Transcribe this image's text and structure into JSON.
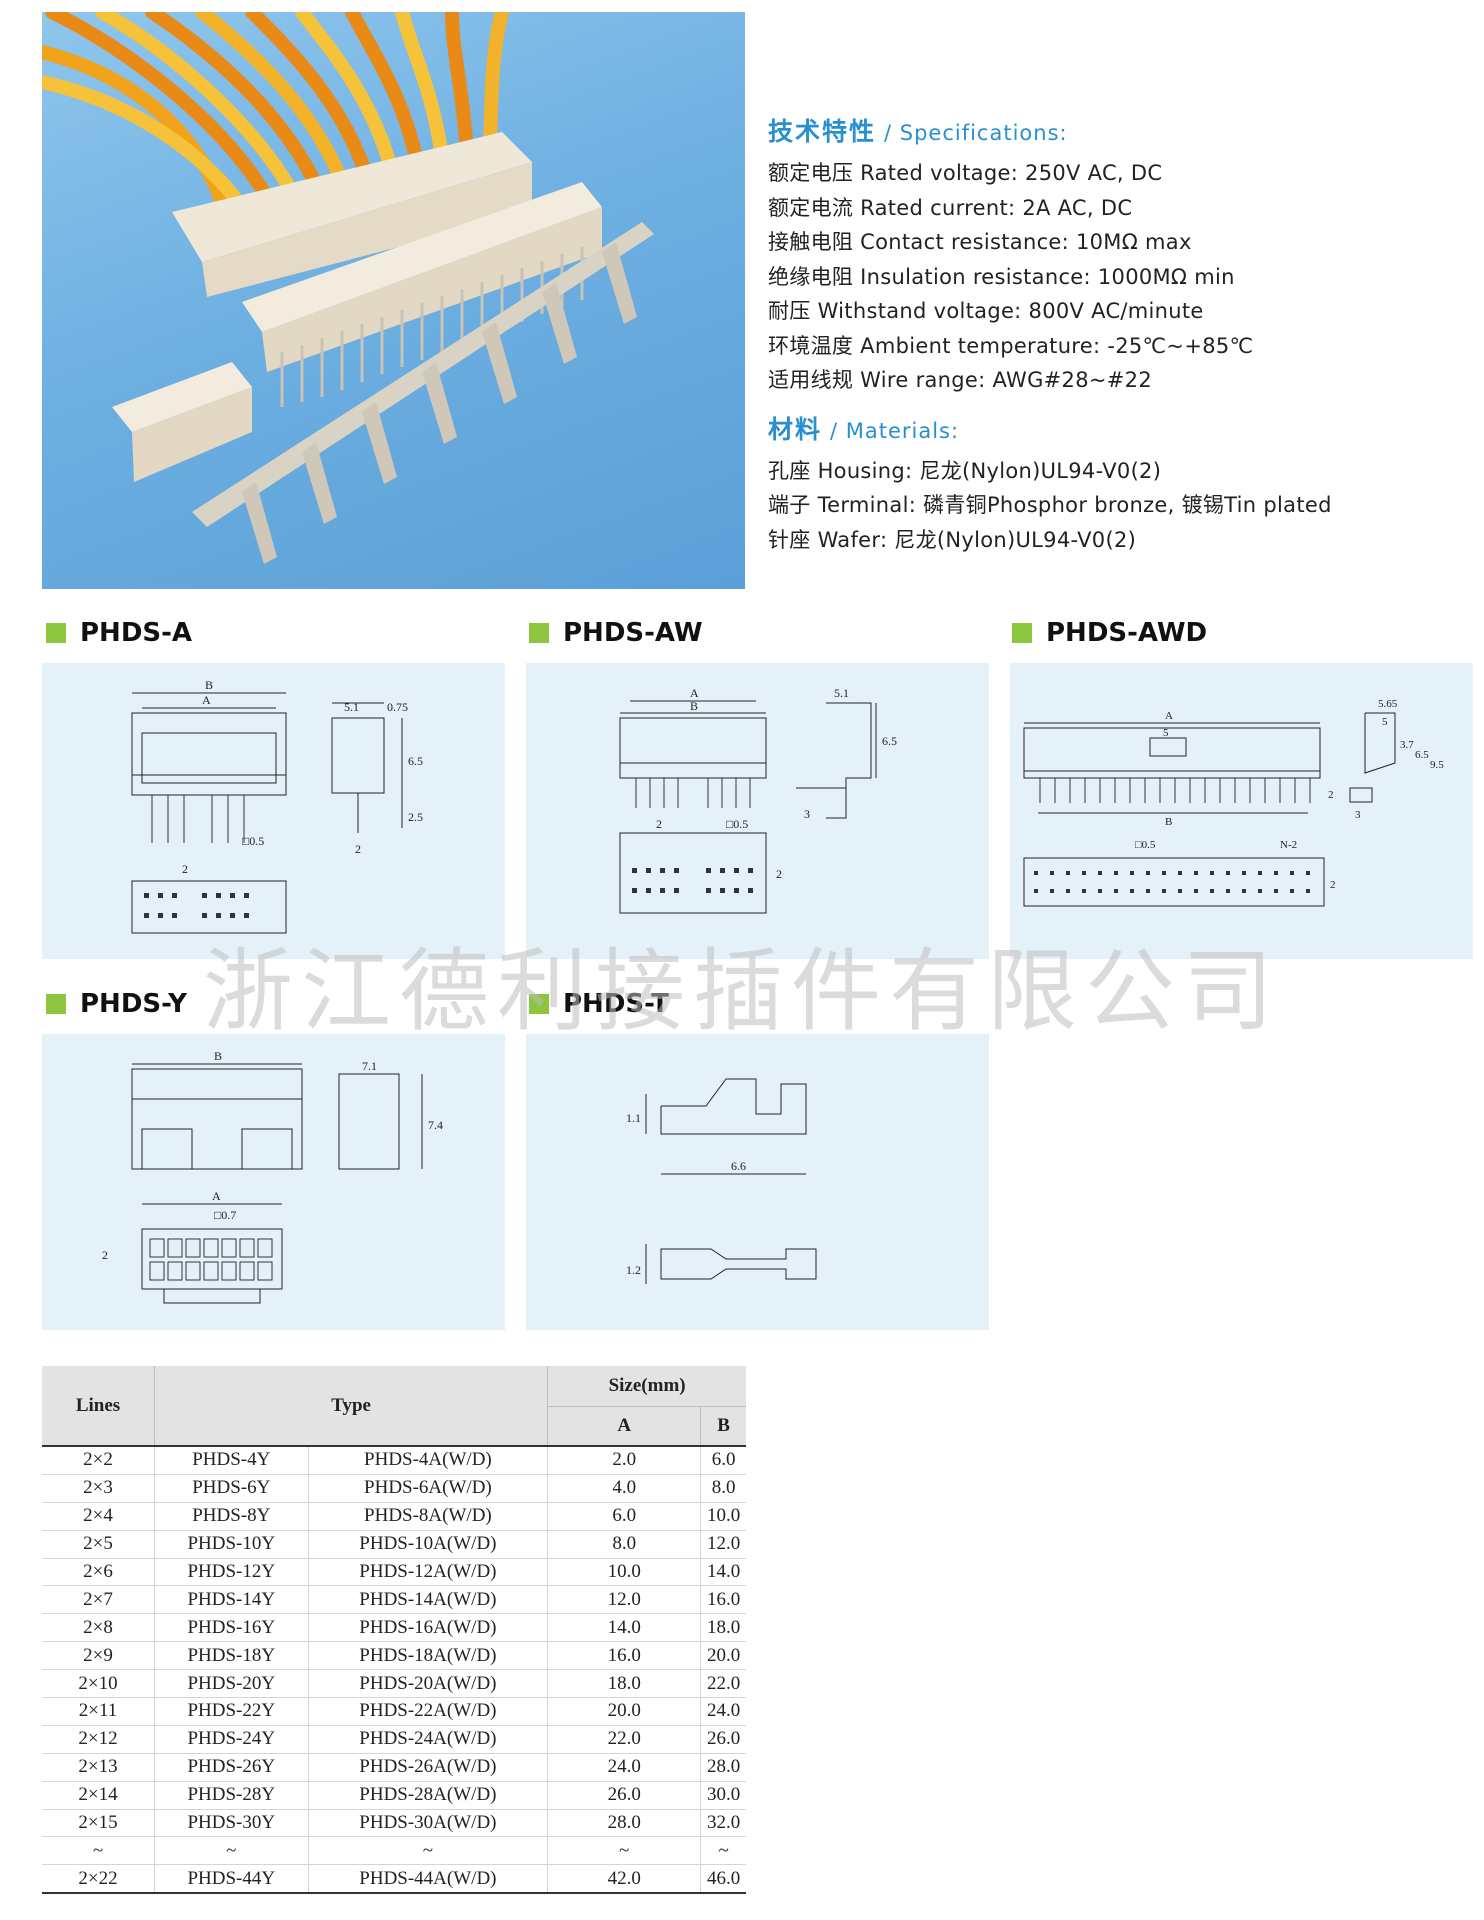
{
  "specifications": {
    "heading_cn": "技术特性",
    "heading_en": "Specifications:",
    "lines": [
      "额定电压 Rated voltage: 250V AC, DC",
      "额定电流 Rated current: 2A AC, DC",
      "接触电阻 Contact resistance: 10MΩ max",
      "绝缘电阻 Insulation resistance: 1000MΩ min",
      "耐压 Withstand voltage: 800V AC/minute",
      "环境温度 Ambient temperature: -25℃~+85℃",
      "适用线规 Wire range: AWG#28~#22"
    ]
  },
  "materials": {
    "heading_cn": "材料",
    "heading_en": "Materials:",
    "lines": [
      "孔座 Housing: 尼龙(Nylon)UL94-V0(2)",
      "端子 Terminal: 磷青铜Phosphor bronze, 镀锡Tin plated",
      "针座 Wafer: 尼龙(Nylon)UL94-V0(2)"
    ]
  },
  "sections": {
    "a": "PHDS-A",
    "aw": "PHDS-AW",
    "awd": "PHDS-AWD",
    "y": "PHDS-Y",
    "t": "PHDS-T"
  },
  "dims": {
    "a": {
      "B": "B",
      "A": "A",
      "d1": "5.1",
      "d2": "0.75",
      "d3": "6.5",
      "d4": "2.5",
      "d5": "2",
      "sq": "□0.5",
      "pitch": "2"
    },
    "aw": {
      "A": "A",
      "B": "B",
      "d1": "5.1",
      "d2": "6.5",
      "d3": "3",
      "sq": "□0.5",
      "pitch": "2",
      "p2": "2"
    },
    "awd": {
      "A": "A",
      "B": "B",
      "d5": "5",
      "d565": "5.65",
      "d5b": "5",
      "d37": "3.7",
      "d65": "6.5",
      "d95": "9.5",
      "d2": "2",
      "d3": "3",
      "sq": "□0.5",
      "n2": "N-2",
      "p2": "2"
    },
    "y": {
      "B": "B",
      "A": "A",
      "d71": "7.1",
      "d74": "7.4",
      "sq": "□0.7",
      "p2": "2"
    },
    "t": {
      "d11": "1.1",
      "d66": "6.6",
      "d12": "1.2"
    }
  },
  "watermark": "浙江德利接插件有限公司",
  "table": {
    "col_lines": "Lines",
    "col_type": "Type",
    "col_size": "Size(mm)",
    "col_a": "A",
    "col_b": "B",
    "rows": [
      [
        "2×2",
        "PHDS-4Y",
        "PHDS-4A(W/D)",
        "2.0",
        "6.0"
      ],
      [
        "2×3",
        "PHDS-6Y",
        "PHDS-6A(W/D)",
        "4.0",
        "8.0"
      ],
      [
        "2×4",
        "PHDS-8Y",
        "PHDS-8A(W/D)",
        "6.0",
        "10.0"
      ],
      [
        "2×5",
        "PHDS-10Y",
        "PHDS-10A(W/D)",
        "8.0",
        "12.0"
      ],
      [
        "2×6",
        "PHDS-12Y",
        "PHDS-12A(W/D)",
        "10.0",
        "14.0"
      ],
      [
        "2×7",
        "PHDS-14Y",
        "PHDS-14A(W/D)",
        "12.0",
        "16.0"
      ],
      [
        "2×8",
        "PHDS-16Y",
        "PHDS-16A(W/D)",
        "14.0",
        "18.0"
      ],
      [
        "2×9",
        "PHDS-18Y",
        "PHDS-18A(W/D)",
        "16.0",
        "20.0"
      ],
      [
        "2×10",
        "PHDS-20Y",
        "PHDS-20A(W/D)",
        "18.0",
        "22.0"
      ],
      [
        "2×11",
        "PHDS-22Y",
        "PHDS-22A(W/D)",
        "20.0",
        "24.0"
      ],
      [
        "2×12",
        "PHDS-24Y",
        "PHDS-24A(W/D)",
        "22.0",
        "26.0"
      ],
      [
        "2×13",
        "PHDS-26Y",
        "PHDS-26A(W/D)",
        "24.0",
        "28.0"
      ],
      [
        "2×14",
        "PHDS-28Y",
        "PHDS-28A(W/D)",
        "26.0",
        "30.0"
      ],
      [
        "2×15",
        "PHDS-30Y",
        "PHDS-30A(W/D)",
        "28.0",
        "32.0"
      ],
      [
        "~",
        "~",
        "~",
        "~",
        "~"
      ],
      [
        "2×22",
        "PHDS-44Y",
        "PHDS-44A(W/D)",
        "42.0",
        "46.0"
      ]
    ]
  }
}
